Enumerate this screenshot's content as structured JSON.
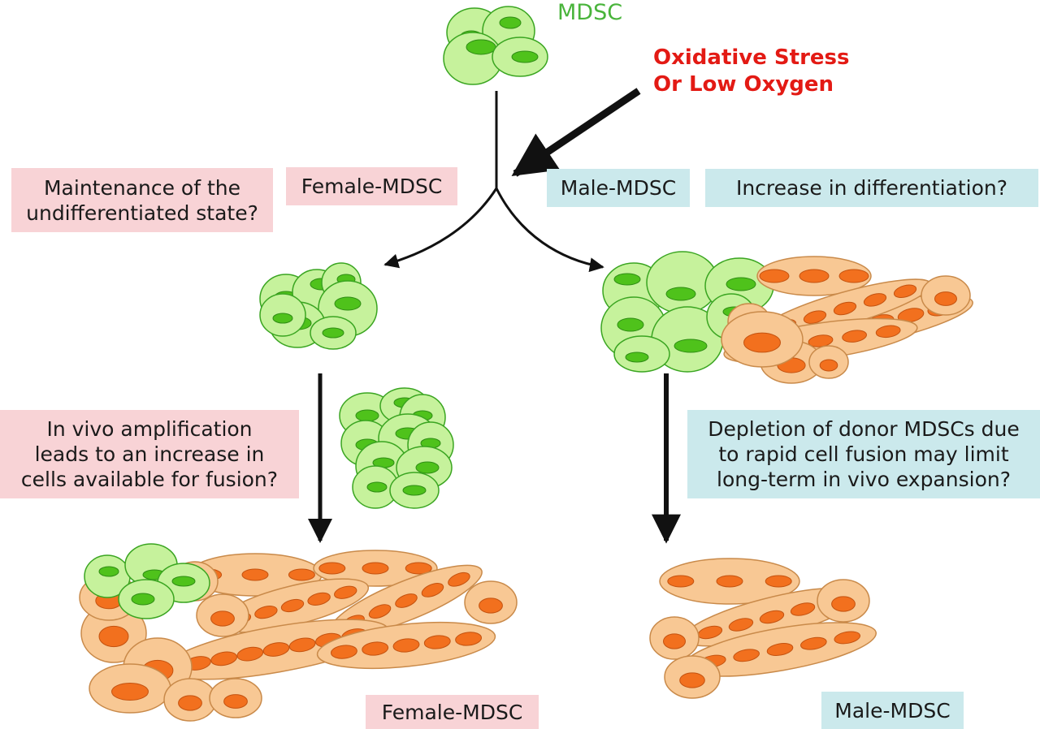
{
  "labels": {
    "mdsc_title": "MDSC",
    "stress_line1": "Oxidative Stress",
    "stress_line2": "Or Low Oxygen",
    "female_branch": "Female-MDSC",
    "male_branch": "Male-MDSC",
    "maintenance_line1": "Maintenance of the",
    "maintenance_line2": "undifferentiated state?",
    "differentiation": "Increase in differentiation?",
    "amplification_line1": "In vivo amplification",
    "amplification_line2": "leads to an increase in",
    "amplification_line3": "cells available for fusion?",
    "depletion_line1": "Depletion of donor MDSCs due",
    "depletion_line2": "to rapid cell fusion may limit",
    "depletion_line3": "long-term in vivo expansion?",
    "female_bottom": "Female-MDSC",
    "male_bottom": "Male-MDSC"
  },
  "colors": {
    "stem_cell_fill": "#c6f29c",
    "stem_cell_nucleus": "#4fc21b",
    "muscle_cell_fill": "#f8c894",
    "muscle_cell_nucleus": "#f2701e",
    "female_box": "#f8d3d6",
    "male_box": "#cbe9ec",
    "stress_text": "#e31a14",
    "mdsc_text": "#49b43b"
  }
}
